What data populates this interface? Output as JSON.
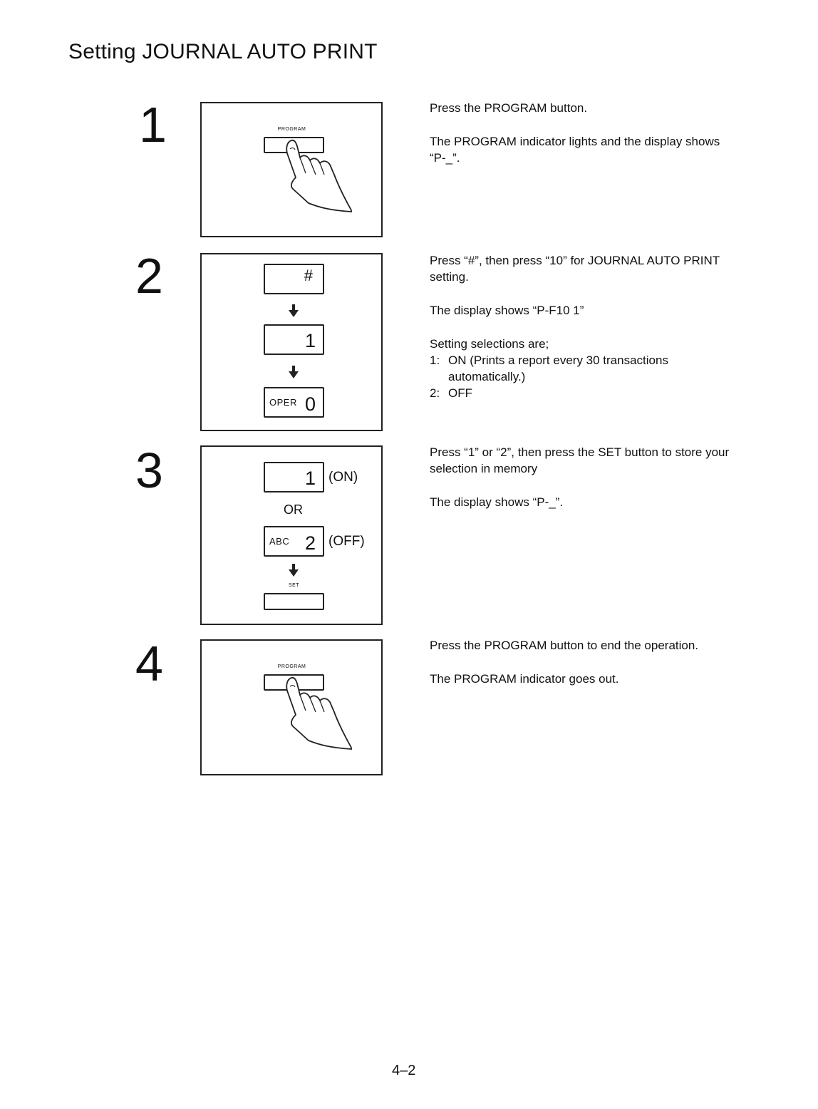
{
  "title": "Setting JOURNAL AUTO PRINT",
  "page_number": "4–2",
  "steps": [
    {
      "number": "1",
      "illustration": {
        "button_label": "PROGRAM",
        "icon": "hand-pressing-button"
      },
      "paragraphs": [
        "Press the PROGRAM button.",
        "The PROGRAM indicator lights and the display shows “P-_”."
      ]
    },
    {
      "number": "2",
      "illustration": {
        "keys": [
          {
            "mark": "#"
          },
          {
            "digit": "1"
          },
          {
            "sub": "OPER",
            "digit": "0"
          }
        ]
      },
      "paragraphs": [
        "Press “#”, then press “10” for JOURNAL AUTO PRINT setting.",
        "The display shows “P-F10   1”",
        "Setting selections are;"
      ],
      "options": [
        {
          "num": "1:",
          "text": "ON (Prints a report every 30 transactions automatically.)"
        },
        {
          "num": "2:",
          "text": "OFF"
        }
      ]
    },
    {
      "number": "3",
      "illustration": {
        "key_on_digit": "1",
        "on_label": "(ON)",
        "or_label": "OR",
        "key_off_sub": "ABC",
        "key_off_digit": "2",
        "off_label": "(OFF)",
        "set_label": "SET"
      },
      "paragraphs": [
        "Press “1” or “2”, then press the SET button to store your selection in memory",
        "The display shows “P-_”."
      ]
    },
    {
      "number": "4",
      "illustration": {
        "button_label": "PROGRAM",
        "icon": "hand-pressing-button"
      },
      "paragraphs": [
        "Press the PROGRAM button to end the operation.",
        "The PROGRAM indicator goes out."
      ]
    }
  ]
}
